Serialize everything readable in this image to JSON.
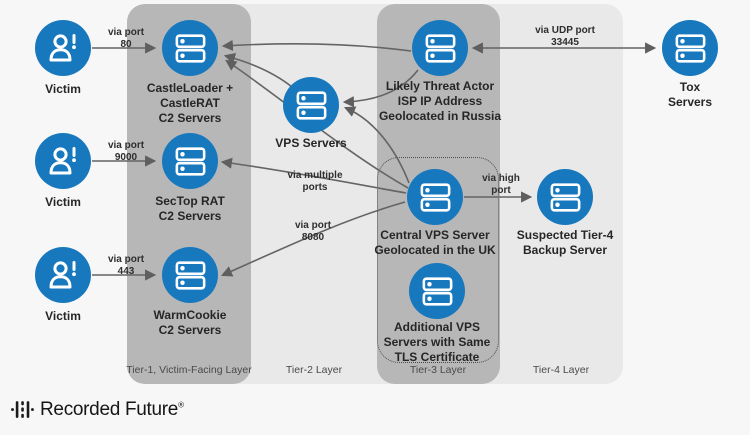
{
  "brand": {
    "logo_text": "Recorded Future",
    "registered_mark": "®"
  },
  "colors": {
    "node_blue": "#1878be",
    "tier_dark": "#b7b7b7",
    "tier_light": "#e9e9e9",
    "page_background": "#f7f7f7",
    "arrow_gray": "#5f5f5f"
  },
  "tiers": [
    {
      "id": "tier-1",
      "label": "Tier-1, Victim-Facing Layer",
      "shade": "dark"
    },
    {
      "id": "tier-2",
      "label": "Tier-2 Layer",
      "shade": "light"
    },
    {
      "id": "tier-3",
      "label": "Tier-3 Layer",
      "shade": "dark"
    },
    {
      "id": "tier-4",
      "label": "Tier-4 Layer",
      "shade": "light"
    }
  ],
  "nodes": {
    "victim_1": {
      "label": "Victim",
      "icon": "victim-icon"
    },
    "victim_2": {
      "label": "Victim",
      "icon": "victim-icon"
    },
    "victim_3": {
      "label": "Victim",
      "icon": "victim-icon"
    },
    "castleloader_c2": {
      "label": [
        "CastleLoader +",
        "CastleRAT",
        "C2 Servers"
      ],
      "icon": "server-icon"
    },
    "sectop_c2": {
      "label": [
        "SecTop RAT",
        "C2 Servers"
      ],
      "icon": "server-icon"
    },
    "warmcookie_c2": {
      "label": [
        "WarmCookie",
        "C2 Servers"
      ],
      "icon": "server-icon"
    },
    "vps_servers": {
      "label": [
        "VPS Servers"
      ],
      "icon": "server-icon"
    },
    "threat_actor_isp": {
      "label": [
        "Likely Threat Actor",
        "ISP IP Address",
        "Geolocated in Russia"
      ],
      "icon": "server-icon"
    },
    "central_vps": {
      "label": [
        "Central VPS Server",
        "Geolocated in the UK"
      ],
      "icon": "server-icon"
    },
    "additional_vps": {
      "label": [
        "Additional VPS",
        "Servers with Same",
        "TLS Certificate"
      ],
      "icon": "server-icon"
    },
    "backup_server": {
      "label": [
        "Suspected Tier-4",
        "Backup Server"
      ],
      "icon": "server-icon"
    },
    "tox_servers": {
      "label": [
        "Tox Servers"
      ],
      "icon": "server-icon"
    }
  },
  "edge_labels": {
    "port_80": [
      "via port",
      "80"
    ],
    "port_9000": [
      "via port",
      "9000"
    ],
    "port_443": [
      "via port",
      "443"
    ],
    "udp_33445": [
      "via UDP port",
      "33445"
    ],
    "multiple_ports": [
      "via multiple",
      "ports"
    ],
    "port_8080": [
      "via port",
      "8080"
    ],
    "high_port": [
      "via high",
      "port"
    ]
  }
}
